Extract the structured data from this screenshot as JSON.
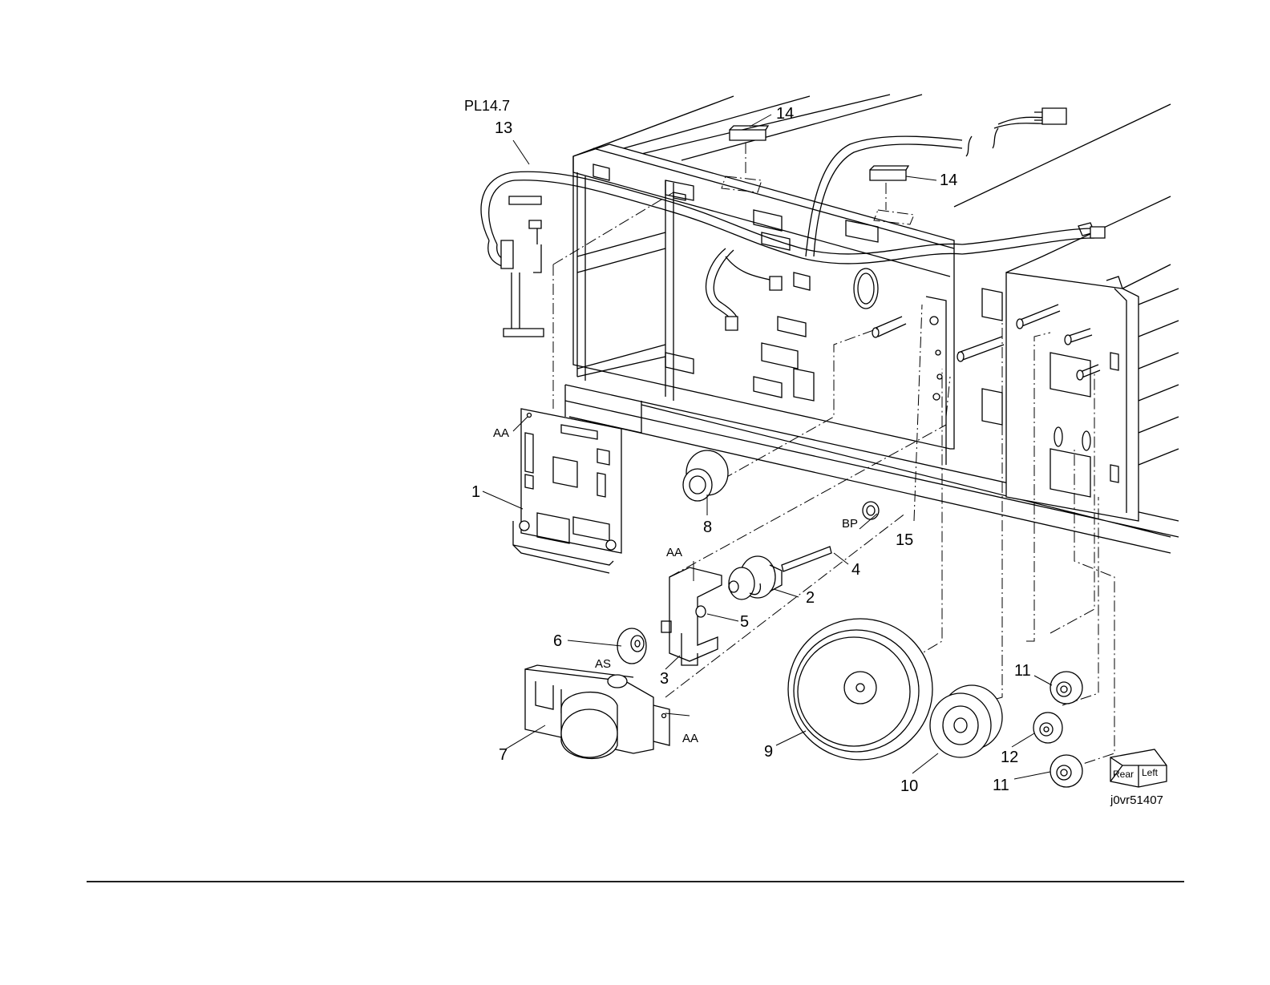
{
  "diagram": {
    "plate_ref": "PL14.7",
    "image_id": "j0vr51407",
    "orientation_box": {
      "face_rear": "Rear",
      "face_left": "Left"
    },
    "callouts": [
      {
        "key": "c1",
        "label": "1"
      },
      {
        "key": "c2",
        "label": "2"
      },
      {
        "key": "c3",
        "label": "3"
      },
      {
        "key": "c4",
        "label": "4"
      },
      {
        "key": "c5",
        "label": "5"
      },
      {
        "key": "c6",
        "label": "6"
      },
      {
        "key": "c7",
        "label": "7"
      },
      {
        "key": "c8",
        "label": "8"
      },
      {
        "key": "c9",
        "label": "9"
      },
      {
        "key": "c10",
        "label": "10"
      },
      {
        "key": "c11a",
        "label": "11"
      },
      {
        "key": "c11b",
        "label": "11"
      },
      {
        "key": "c12",
        "label": "12"
      },
      {
        "key": "c13",
        "label": "13"
      },
      {
        "key": "c14a",
        "label": "14"
      },
      {
        "key": "c14b",
        "label": "14"
      },
      {
        "key": "c15",
        "label": "15"
      }
    ],
    "markers": [
      {
        "key": "aa1",
        "label": "AA"
      },
      {
        "key": "aa2",
        "label": "AA"
      },
      {
        "key": "aa3",
        "label": "AA"
      },
      {
        "key": "bp",
        "label": "BP"
      },
      {
        "key": "as",
        "label": "AS"
      }
    ]
  }
}
